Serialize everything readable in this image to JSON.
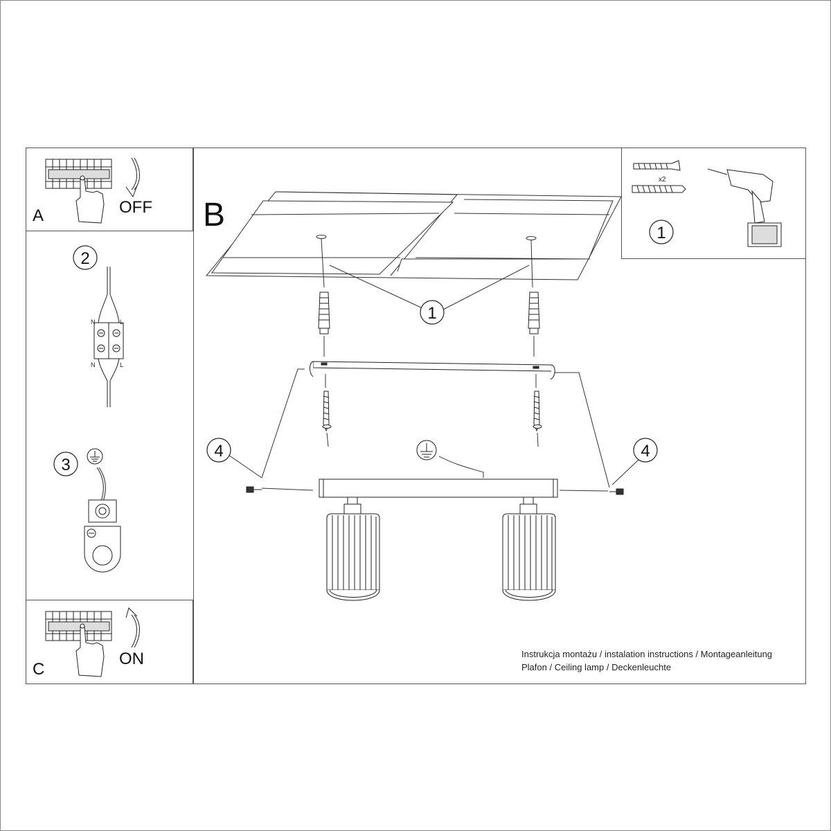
{
  "panels": {
    "A": {
      "letter": "A",
      "switch_label": "OFF"
    },
    "C": {
      "letter": "C",
      "switch_label": "ON"
    },
    "B": {
      "letter": "B"
    }
  },
  "steps": {
    "step1": "1",
    "step2": "2",
    "step3": "3",
    "step4": "4"
  },
  "connector": {
    "neutral": "N",
    "live": "L"
  },
  "tools": {
    "quantity": "x2"
  },
  "caption": {
    "line1": "Instrukcja montażu / instalation instructions / Montageanleitung",
    "line2": "Plafon / Ceiling lamp / Deckenleuchte"
  }
}
